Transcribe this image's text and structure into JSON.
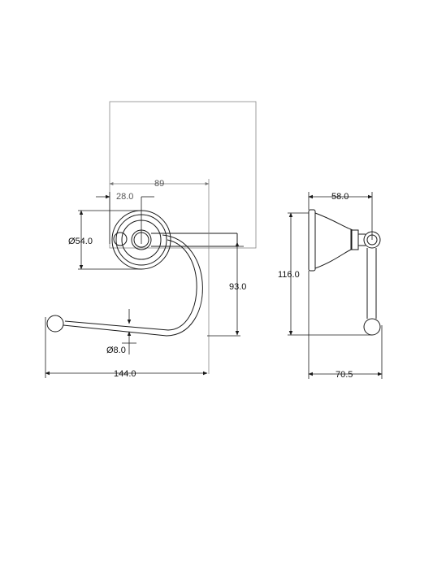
{
  "dimensions": {
    "back_plate_width": "89",
    "offset": "28.0",
    "rosette_diameter": "Ø54.0",
    "bar_diameter": "Ø8.0",
    "drop_height": "93.0",
    "overall_width": "144.0",
    "overall_height": "116.0",
    "projection_to_bar": "58.0",
    "overall_depth": "70.5"
  },
  "colors": {
    "outline": "#1a1a1a",
    "reference": "#888888",
    "background": "#ffffff"
  }
}
